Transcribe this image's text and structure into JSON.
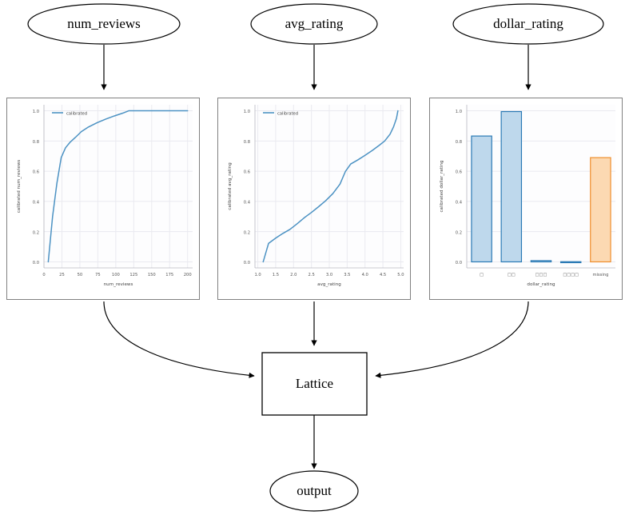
{
  "graph": {
    "nodes": [
      {
        "id": "num_reviews",
        "label": "num_reviews",
        "shape": "ellipse"
      },
      {
        "id": "avg_rating",
        "label": "avg_rating",
        "shape": "ellipse"
      },
      {
        "id": "dollar_rating",
        "label": "dollar_rating",
        "shape": "ellipse"
      },
      {
        "id": "lattice",
        "label": "Lattice",
        "shape": "box"
      },
      {
        "id": "output",
        "label": "output",
        "shape": "ellipse"
      }
    ],
    "edges": [
      {
        "from": "num_reviews",
        "to": "calibrator_num_reviews"
      },
      {
        "from": "avg_rating",
        "to": "calibrator_avg_rating"
      },
      {
        "from": "dollar_rating",
        "to": "calibrator_dollar_rating"
      },
      {
        "from": "calibrator_num_reviews",
        "to": "lattice"
      },
      {
        "from": "calibrator_avg_rating",
        "to": "lattice"
      },
      {
        "from": "calibrator_dollar_rating",
        "to": "lattice"
      },
      {
        "from": "lattice",
        "to": "output"
      }
    ]
  },
  "colors": {
    "line_blue": "#4c92c3",
    "bar_blue_fill": "#bed8ec",
    "bar_blue_edge": "#2b7ab5",
    "bar_orange_fill": "#fcd9b2",
    "bar_orange_edge": "#ef8e2c",
    "grid": "#eaeaf0",
    "panel_border": "#808080",
    "edge": "#000000",
    "plot_bg": "#fdfdfe"
  },
  "chart_data": [
    {
      "type": "line",
      "id": "calibrator_num_reviews",
      "title": "",
      "xlabel": "num_reviews",
      "ylabel": "calibrated num_reviews",
      "legend": [
        "calibrated"
      ],
      "legend_position": "upper left",
      "grid": true,
      "xlim": [
        0,
        207
      ],
      "ylim": [
        -0.04,
        1.04
      ],
      "xticks": [
        0,
        25,
        50,
        75,
        100,
        125,
        150,
        175,
        200
      ],
      "xticklabels": [
        "0",
        "25",
        "50",
        "75",
        "100",
        "125",
        "150",
        "175",
        "200"
      ],
      "yticks": [
        0.0,
        0.2,
        0.4,
        0.6,
        0.8,
        1.0
      ],
      "yticklabels": [
        "0.0",
        "0.2",
        "0.4",
        "0.6",
        "0.8",
        "1.0"
      ],
      "series": [
        {
          "name": "calibrated",
          "x": [
            6,
            12,
            18,
            24,
            30,
            36,
            44,
            52,
            62,
            74,
            86,
            98,
            110,
            118,
            130,
            150,
            170,
            190,
            200
          ],
          "y": [
            0.0,
            0.3,
            0.52,
            0.69,
            0.755,
            0.79,
            0.825,
            0.862,
            0.893,
            0.921,
            0.945,
            0.966,
            0.985,
            1.0,
            1.0,
            1.0,
            1.0,
            1.0,
            1.0
          ]
        }
      ]
    },
    {
      "type": "line",
      "id": "calibrator_avg_rating",
      "title": "",
      "xlabel": "avg_rating",
      "ylabel": "calibrated avg_rating",
      "legend": [
        "calibrated"
      ],
      "legend_position": "upper left",
      "grid": true,
      "xlim": [
        0.92,
        5.08
      ],
      "ylim": [
        -0.04,
        1.04
      ],
      "xticks": [
        1.0,
        1.5,
        2.0,
        2.5,
        3.0,
        3.5,
        4.0,
        4.5,
        5.0
      ],
      "xticklabels": [
        "1.0",
        "1.5",
        "2.0",
        "2.5",
        "3.0",
        "3.5",
        "4.0",
        "4.5",
        "5.0"
      ],
      "yticks": [
        0.0,
        0.2,
        0.4,
        0.6,
        0.8,
        1.0
      ],
      "yticklabels": [
        "0.0",
        "0.2",
        "0.4",
        "0.6",
        "0.8",
        "1.0"
      ],
      "series": [
        {
          "name": "calibrated",
          "x": [
            1.15,
            1.3,
            1.5,
            1.7,
            1.9,
            2.1,
            2.3,
            2.5,
            2.7,
            2.9,
            3.1,
            3.3,
            3.45,
            3.6,
            3.8,
            4.0,
            4.2,
            4.4,
            4.55,
            4.7,
            4.8,
            4.88,
            4.92
          ],
          "y": [
            0.0,
            0.122,
            0.157,
            0.188,
            0.215,
            0.252,
            0.292,
            0.327,
            0.365,
            0.405,
            0.452,
            0.515,
            0.598,
            0.648,
            0.675,
            0.705,
            0.737,
            0.772,
            0.8,
            0.845,
            0.895,
            0.95,
            1.0
          ]
        }
      ]
    },
    {
      "type": "bar",
      "id": "calibrator_dollar_rating",
      "title": "",
      "xlabel": "dollar_rating",
      "ylabel": "calibrated dollar_rating",
      "grid": true,
      "ylim": [
        -0.04,
        1.04
      ],
      "yticks": [
        0.0,
        0.2,
        0.4,
        0.6,
        0.8,
        1.0
      ],
      "yticklabels": [
        "0.0",
        "0.2",
        "0.4",
        "0.6",
        "0.8",
        "1.0"
      ],
      "categories": [
        "□",
        "□□",
        "□□□",
        "□□□□",
        "missing"
      ],
      "category_semantics": [
        "D",
        "DD",
        "DDD",
        "DDDD",
        "missing"
      ],
      "values": [
        0.833,
        0.995,
        0.008,
        0.001,
        0.69
      ],
      "bar_colors": [
        "blue",
        "blue",
        "blue",
        "blue",
        "orange"
      ]
    }
  ]
}
